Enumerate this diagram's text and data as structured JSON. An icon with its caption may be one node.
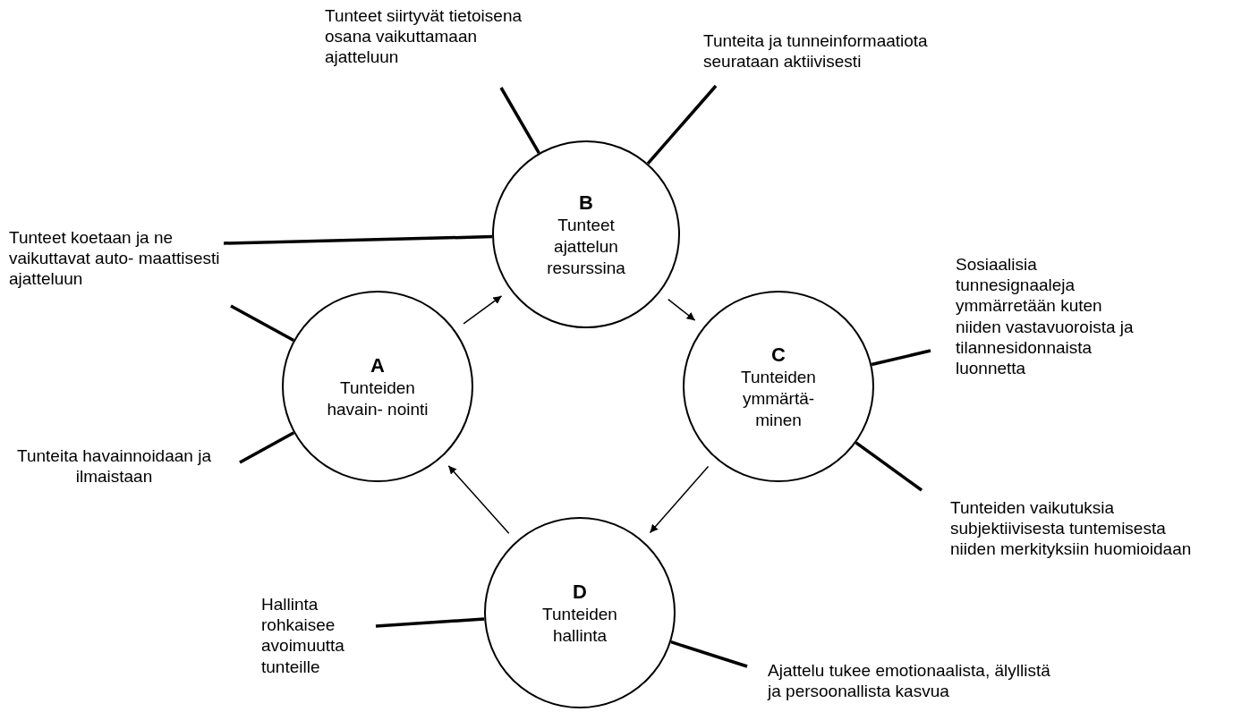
{
  "diagram": {
    "nodes": [
      {
        "text": [
          "A",
          "Tunteiden havain- nointi"
        ]
      },
      {
        "text": [
          "B",
          "Tunteet ajattelun resurssina"
        ]
      },
      {
        "text": [
          "C",
          "Tunteiden ymmärtä- minen"
        ]
      },
      {
        "text": [
          "D",
          "Tunteiden hallinta"
        ]
      },
      {
        "text": [
          "Tunteet siirtyvät tietoisena osana vaikuttamaan ajatteluun"
        ]
      },
      {
        "text": [
          "Tunteita ja tunneinformaatiota seurataan aktiivisesti"
        ]
      },
      {
        "text": [
          "Tunteet koetaan ja ne vaikuttavat auto- maattisesti ajatteluun"
        ]
      },
      {
        "text": [
          "Sosiaalisia tunnesignaaleja ymmärretään kuten niiden vastavuoroista ja tilannesidonnaista luonnetta"
        ]
      },
      {
        "text": [
          "Tunteita havainnoidaan ja ilmaistaan"
        ]
      },
      {
        "text": [
          "Tunteiden vaikutuksia subjektiivisesta tuntemisesta niiden merkityksiin huomioidaan"
        ]
      },
      {
        "text": [
          "Hallinta rohkaisee avoimuutta tunteille"
        ]
      },
      {
        "text": [
          "Ajattelu tukee emotionaalista, älyllistä ja persoonallista kasvua"
        ]
      }
    ],
    "edges": [
      {
        "from": 0,
        "to": 1,
        "arrow": "to"
      },
      {
        "from": 1,
        "to": 2,
        "arrow": "to"
      },
      {
        "from": 2,
        "to": 3,
        "arrow": "to"
      },
      {
        "from": 3,
        "to": 0,
        "arrow": "to"
      },
      {
        "from": 4,
        "to": 1,
        "arrow": "none"
      },
      {
        "from": 5,
        "to": 1,
        "arrow": "none"
      },
      {
        "from": 6,
        "to": 1,
        "arrow": "none"
      },
      {
        "from": 6,
        "to": 0,
        "arrow": "none"
      },
      {
        "from": 7,
        "to": 2,
        "arrow": "none"
      },
      {
        "from": 8,
        "to": 0,
        "arrow": "none"
      },
      {
        "from": 9,
        "to": 2,
        "arrow": "none"
      },
      {
        "from": 10,
        "to": 3,
        "arrow": "none"
      },
      {
        "from": 11,
        "to": 3,
        "arrow": "none"
      }
    ]
  }
}
